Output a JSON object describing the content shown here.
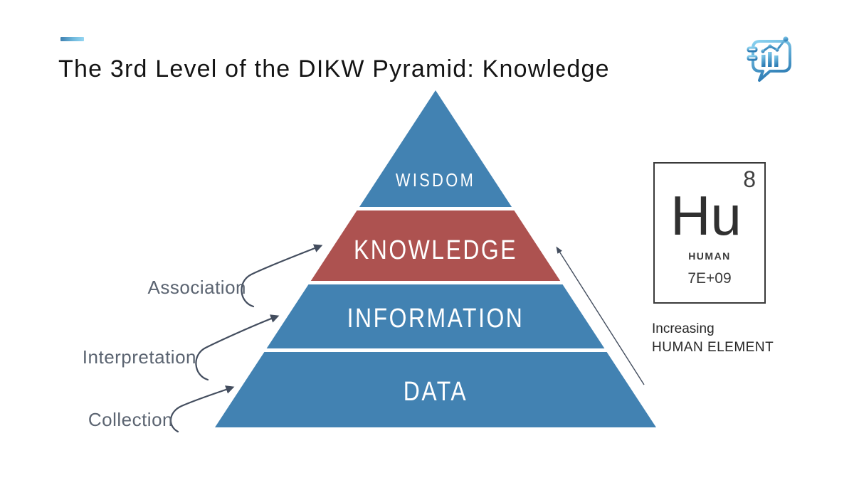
{
  "slide": {
    "title": "The 3rd Level of the DIKW Pyramid: Knowledge"
  },
  "logo": {
    "name": "chat-analytics-logo"
  },
  "pyramid": {
    "levels": [
      {
        "label": "WISDOM",
        "color": "#4282b2"
      },
      {
        "label": "KNOWLEDGE",
        "color": "#ad5250"
      },
      {
        "label": "INFORMATION",
        "color": "#4282b2"
      },
      {
        "label": "DATA",
        "color": "#4282b2"
      }
    ]
  },
  "process_labels": [
    {
      "label": "Association",
      "target": "KNOWLEDGE"
    },
    {
      "label": "Interpretation",
      "target": "INFORMATION"
    },
    {
      "label": "Collection",
      "target": "DATA"
    }
  ],
  "element_card": {
    "atomic_number": "8",
    "symbol": "Hu",
    "name": "HUMAN",
    "value": "7E+09"
  },
  "annotation": {
    "line1": "Increasing",
    "line2": "HUMAN ELEMENT"
  },
  "colors": {
    "level_blue": "#4282b2",
    "level_red": "#ad5250",
    "arrow": "#434d5e",
    "process_label": "#5b6471"
  }
}
